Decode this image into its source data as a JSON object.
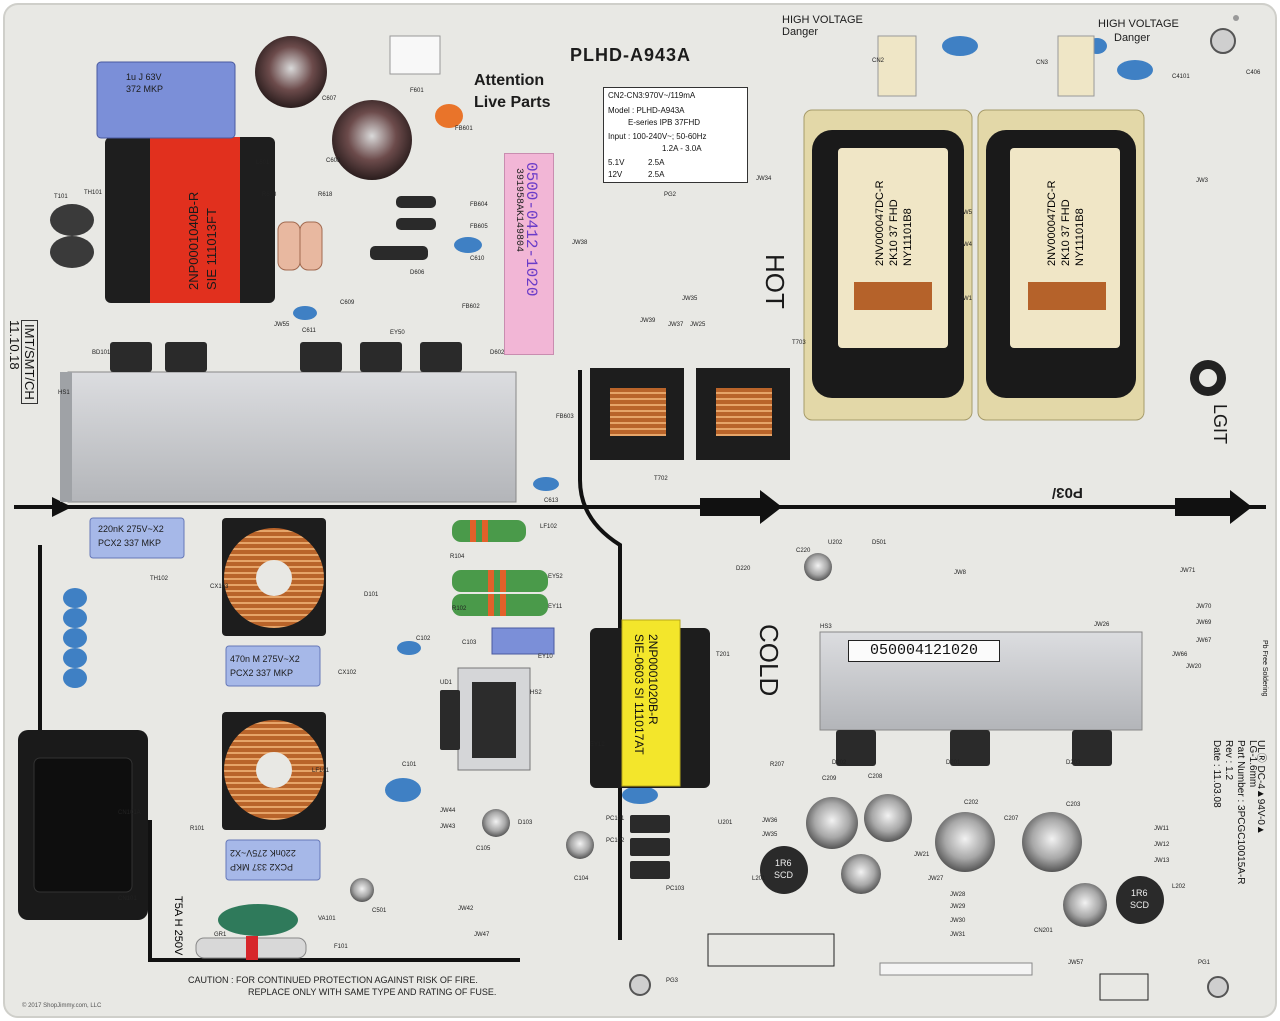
{
  "board": {
    "model": "PLHD-A943A",
    "attention_line1": "Attention",
    "attention_line2": "Live Parts",
    "hot": "HOT",
    "cold": "COLD",
    "high_voltage_1": "HIGH VOLTAGE",
    "danger_1": "Danger",
    "high_voltage_2": "HIGH VOLTAGE",
    "danger_2": "Danger",
    "lgit": "LGIT",
    "p03": "P03/",
    "date_stamp_1": "IMT/SMT/CH",
    "date_stamp_2": "11.10.18",
    "hs3_barcode": "050004121020",
    "sticker_code": "0500-0412-1020",
    "sticker_serial": "391958AK149804"
  },
  "spec": {
    "line1": "CN2-CN3:970V~/119mA",
    "line2": "Model : PLHD-A943A",
    "line3": "E-series IPB 37FHD",
    "line4": "Input : 100-240V~; 50-60Hz",
    "line5": "1.2A - 3.0A",
    "line6a": "5.1V",
    "line6b": "2.5A",
    "line7a": "12V",
    "line7b": "2.5A"
  },
  "components": {
    "transformer_main": "2NP0001040B-R",
    "transformer_main_2": "SIE 111013FT",
    "transformer_left": "2NV000047DC-R",
    "transformer_left_2": "2K10 37 FHD",
    "transformer_left_3": "NY11101B8",
    "transformer_right": "2NV000047DC-R",
    "transformer_right_2": "2K10 37 FHD",
    "transformer_right_3": "NY11101B8",
    "transformer_yellow": "2NP0001020B-R",
    "transformer_yellow_2": "SIE-0603 SI 111017AT",
    "cap_blue_1_line1": "1u J 63V",
    "cap_blue_1_line2": "372 MKP",
    "cap_x2_1_line1": "220nK 275V~X2",
    "cap_x2_1_line2": "PCX2 337 MKP",
    "cap_x2_2_line1": "470n M 275V~X2",
    "cap_x2_2_line2": "PCX2 337 MKP",
    "cap_x2_3_line1": "220nK 275V~X2",
    "cap_x2_3_line2": "PCX2 337 MKP",
    "fuse_label": "T5A H 250V",
    "inductor_1": "1R6",
    "inductor_1b": "SCD",
    "inductor_2": "1R6",
    "inductor_2b": "SCD"
  },
  "labels_right": {
    "line1": "ULⓇ DC-4▲94V-0▲",
    "line2": "LG-1.6mm",
    "line3": "Part Number : 3PCGC10015A-R",
    "line4": "Rev : 1.2",
    "line5": "Date : 11.03.08",
    "pb_free": "Pb Free Soldering"
  },
  "refs": [
    "F601",
    "FB601",
    "C607",
    "C608",
    "L601",
    "R608",
    "R618",
    "FB604",
    "FB605",
    "D606",
    "C610",
    "C609",
    "C611",
    "FB602",
    "EY50",
    "JW55",
    "BD101",
    "HS1",
    "D602",
    "FB603",
    "C613",
    "T702",
    "T703",
    "CN2",
    "CN3",
    "C4101",
    "C406",
    "PG2",
    "JW38",
    "JW35",
    "JW39",
    "JW37",
    "JW25",
    "JW34",
    "JW5",
    "JW4",
    "JW1",
    "JW3",
    "T101",
    "TH101",
    "TH102",
    "CX103",
    "LF102",
    "R102",
    "R104",
    "EY52",
    "EY11",
    "EY10",
    "C102",
    "C103",
    "D101",
    "D501",
    "D220",
    "C220",
    "U202",
    "JW8",
    "JW71",
    "JW70",
    "JW69",
    "JW67",
    "JW66",
    "JW26",
    "JW20",
    "HS3",
    "UD1",
    "HS2",
    "D202",
    "D201",
    "D203",
    "R207",
    "C209",
    "C208",
    "C202",
    "C203",
    "C207",
    "JW36",
    "JW35",
    "JW21",
    "JW27",
    "JW28",
    "JW29",
    "JW30",
    "JW31",
    "JW47",
    "JW42",
    "JW43",
    "JW44",
    "C101",
    "R101",
    "CN101A",
    "CN101",
    "VA101",
    "F101",
    "GR1",
    "CX102",
    "LF101",
    "C501",
    "D103",
    "C105",
    "C104",
    "PC101",
    "PC102",
    "PC103",
    "U201",
    "T201",
    "EY12",
    "JW11",
    "JW12",
    "JW13",
    "L201",
    "L202",
    "JW57",
    "PG1",
    "PG3",
    "CN201"
  ],
  "caution_line1": "CAUTION : FOR CONTINUED PROTECTION AGAINST RISK OF FIRE.",
  "caution_line2": "REPLACE ONLY WITH SAME TYPE AND RATING OF FUSE.",
  "copyright": "© 2017 ShopJimmy.com, LLC",
  "colors": {
    "pcb": "#e9e9e6",
    "trace": "#111111",
    "heatsink": "#c9cacc",
    "capacitor_blue": "#3f80c4",
    "transformer_red": "#e1301e",
    "transformer_yellow": "#f3e62b",
    "copper": "#c46a2a",
    "resistor_green": "#4a9a4a"
  }
}
